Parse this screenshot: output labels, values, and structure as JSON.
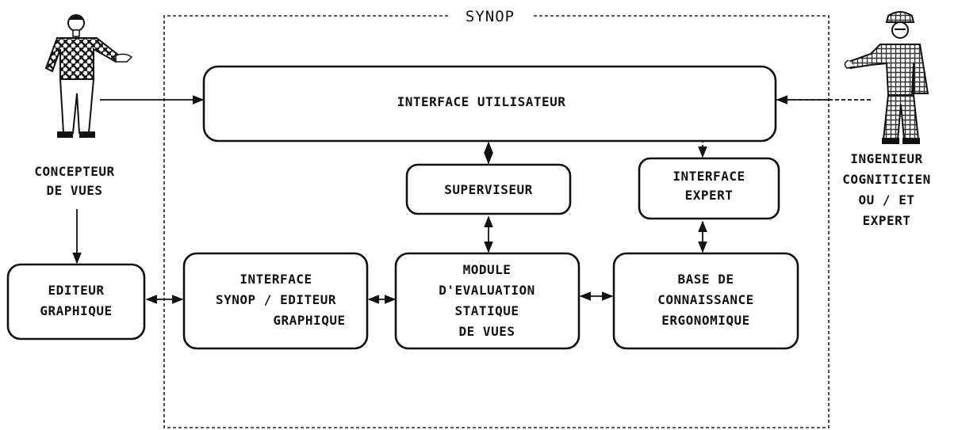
{
  "system_title": "SYNOP",
  "actors": {
    "left": {
      "label_lines": [
        "CONCEPTEUR",
        "DE VUES"
      ],
      "icon": "person-designer-icon"
    },
    "right": {
      "label_lines": [
        "INGENIEUR",
        "COGNITICIEN",
        "OU / ET",
        "EXPERT"
      ],
      "icon": "person-engineer-icon"
    }
  },
  "boxes": {
    "interface_utilisateur": [
      "INTERFACE UTILISATEUR"
    ],
    "superviseur": [
      "SUPERVISEUR"
    ],
    "interface_expert": [
      "INTERFACE",
      "EXPERT"
    ],
    "editeur_graphique": [
      "EDITEUR",
      "GRAPHIQUE"
    ],
    "interface_synop": [
      "INTERFACE",
      "SYNOP / EDITEUR",
      "GRAPHIQUE"
    ],
    "module_evaluation": [
      "MODULE",
      "D'EVALUATION",
      "STATIQUE",
      "DE VUES"
    ],
    "base_connaissance": [
      "BASE DE",
      "CONNAISSANCE",
      "ERGONOMIQUE"
    ]
  }
}
